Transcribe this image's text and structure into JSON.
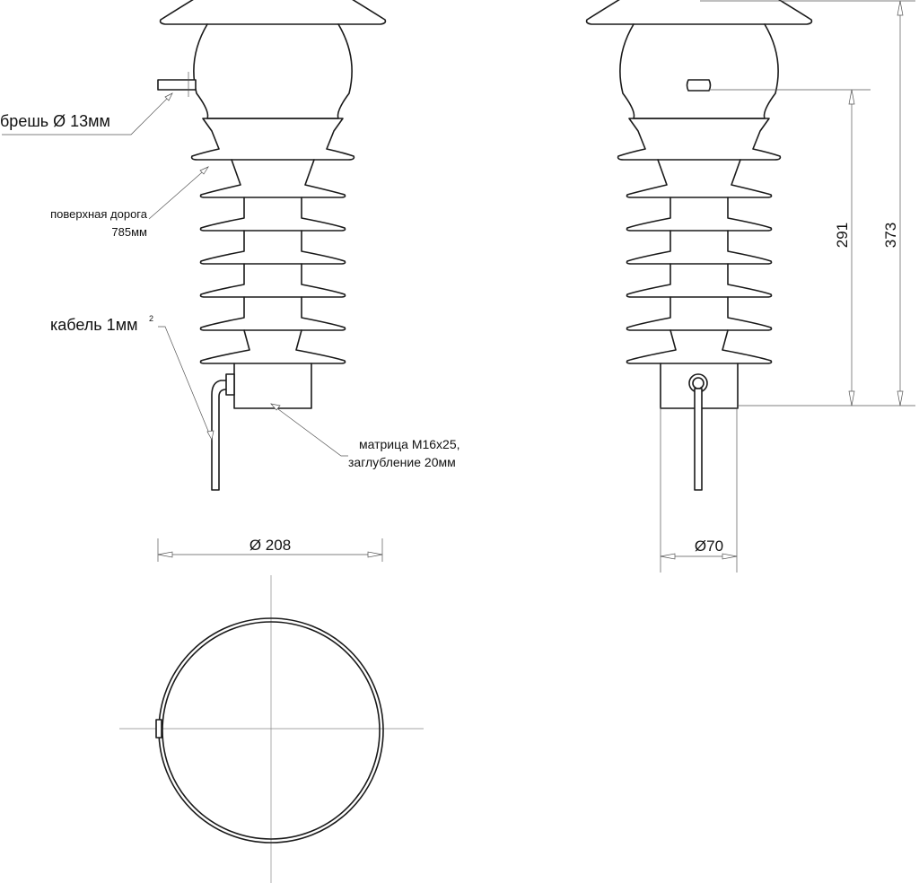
{
  "labels": {
    "hole": "брешь Ø 13мм",
    "creepage_line1": "поверхная дорога",
    "creepage_line2": "785мм",
    "cable_main": "кабель 1мм",
    "cable_sup": "2",
    "matrix_line1": "матрица М16х25,",
    "matrix_line2": "заглубление 20мм"
  },
  "dimensions": {
    "diameter_top": "Ø 208",
    "diameter_base": "Ø70",
    "height_mid": "291",
    "height_total": "373"
  }
}
